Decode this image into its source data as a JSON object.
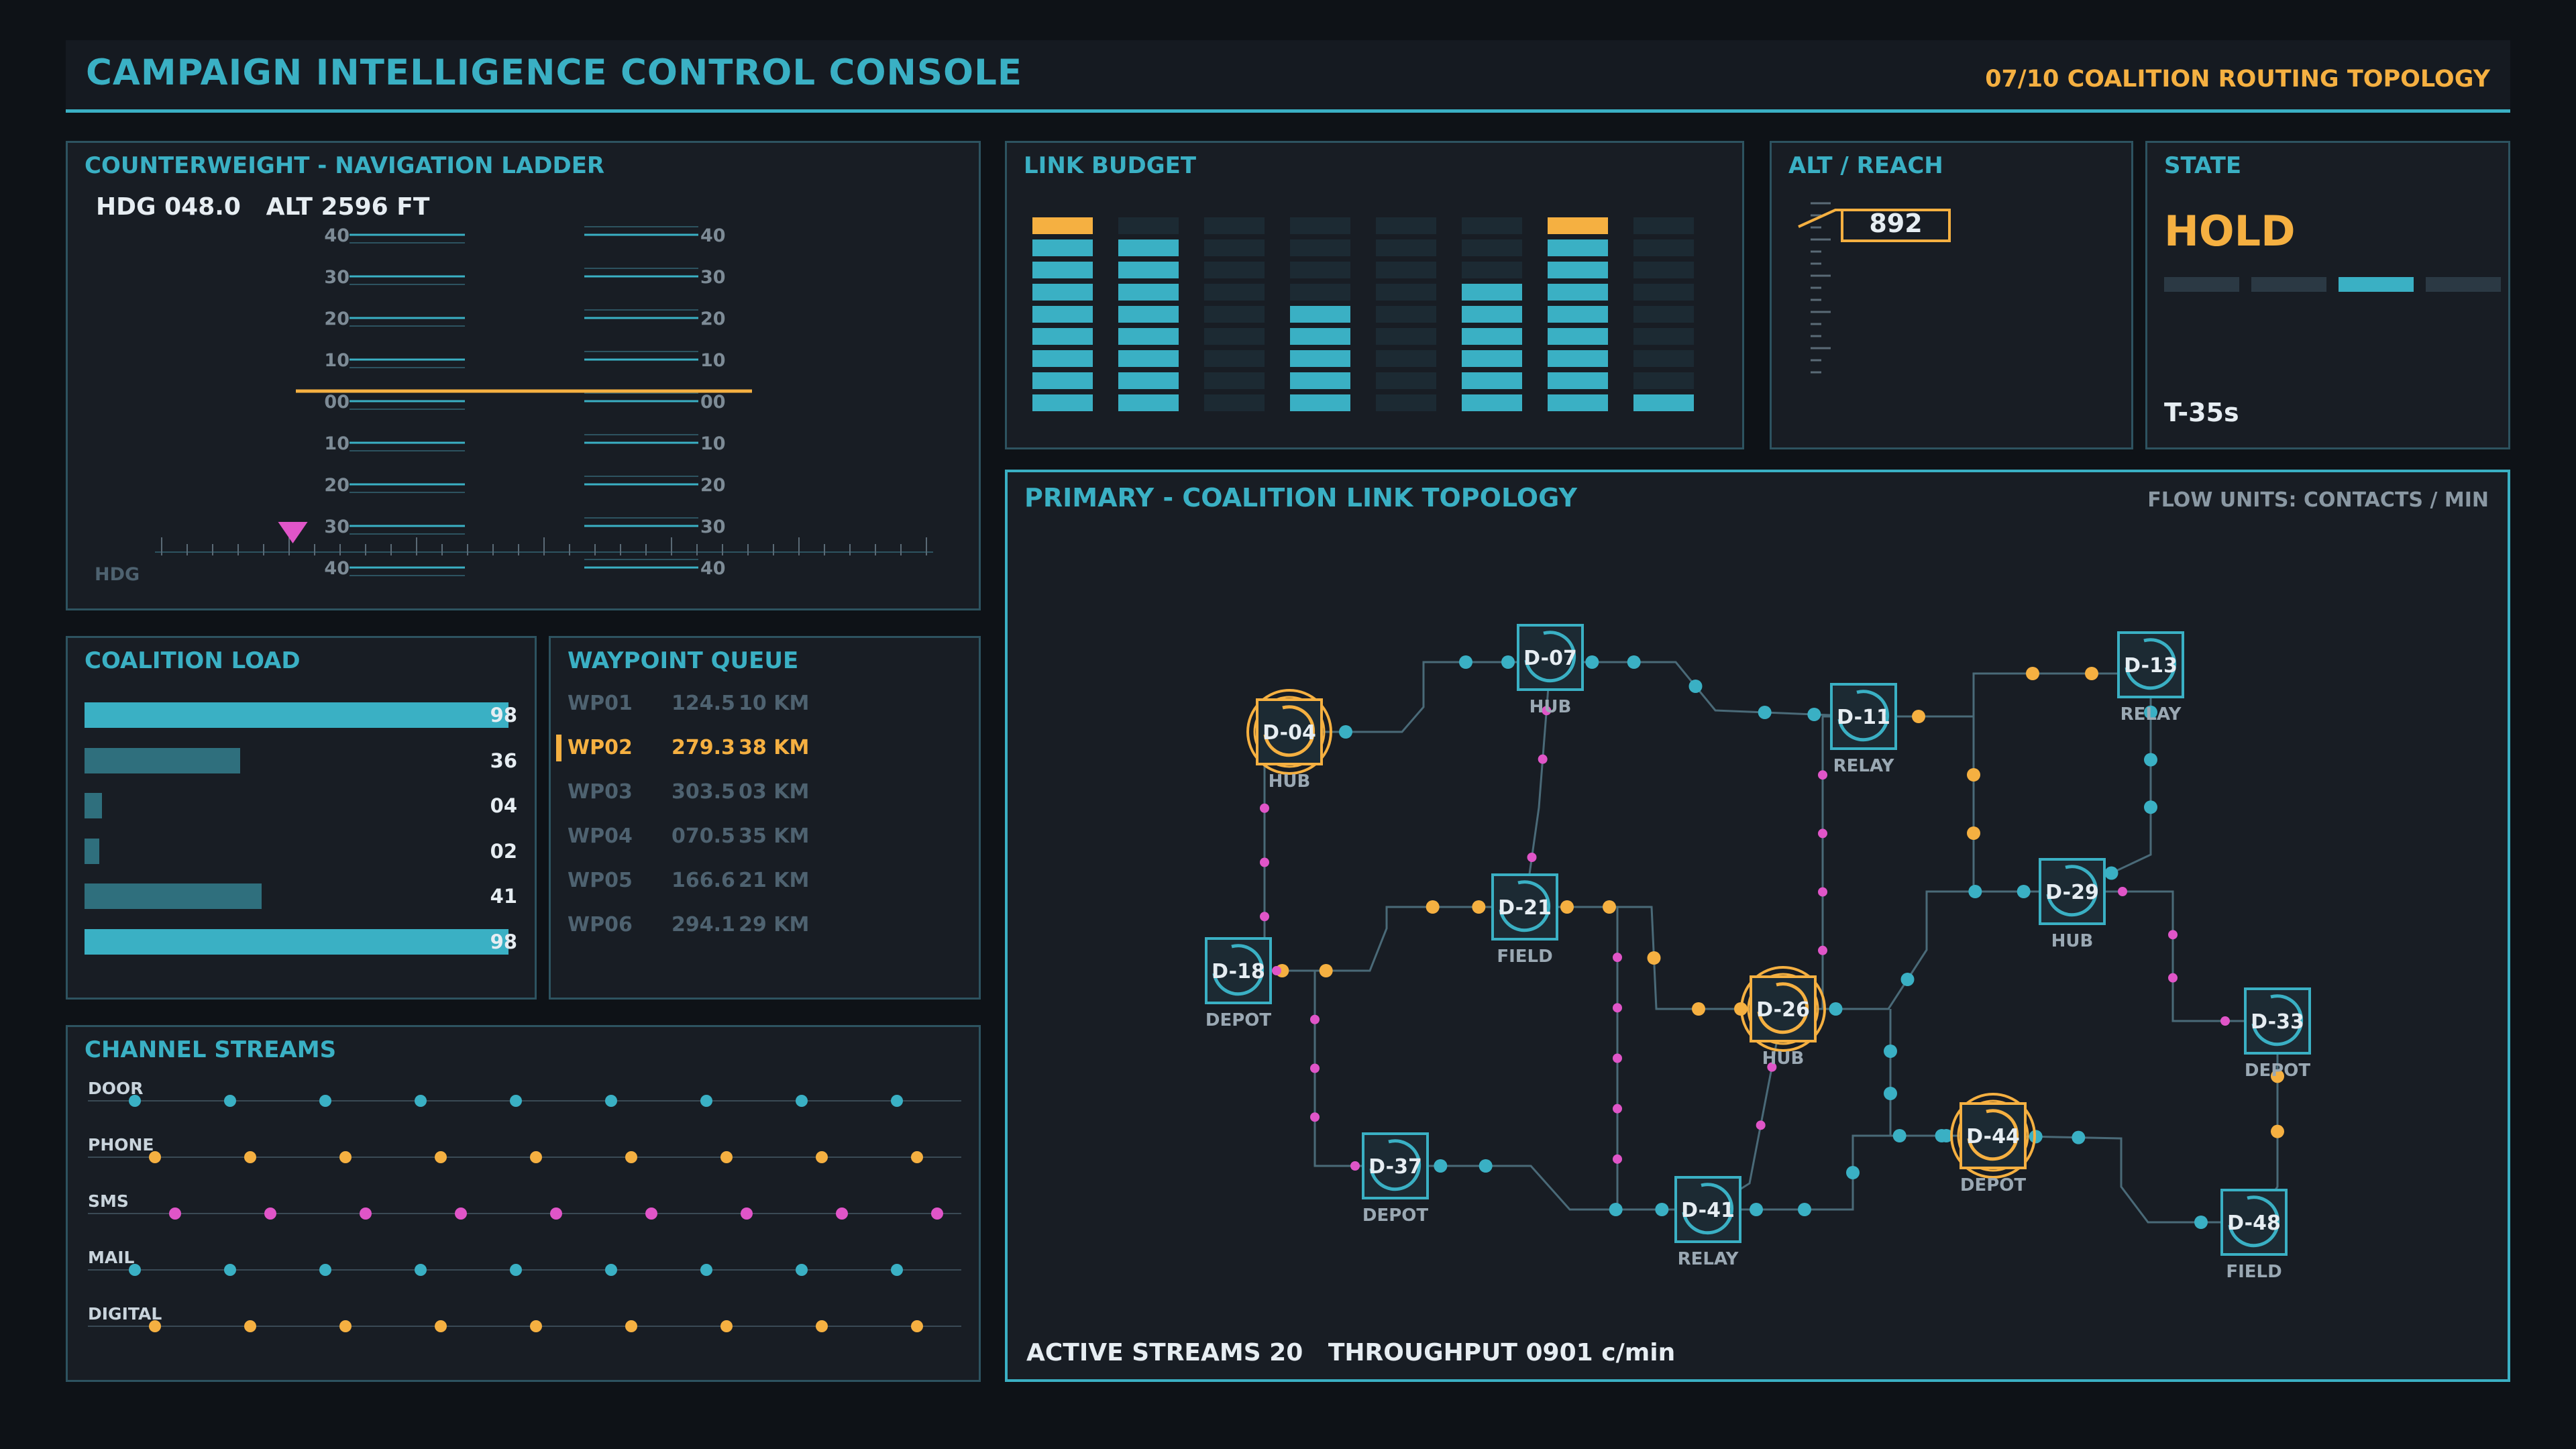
{
  "header": {
    "title": "CAMPAIGN INTELLIGENCE CONTROL CONSOLE",
    "right": "07/10 COALITION ROUTING TOPOLOGY"
  },
  "nav": {
    "title": "COUNTERWEIGHT - NAVIGATION LADDER",
    "hdg_readout": "HDG 048.0",
    "alt_readout": "ALT 2596 FT",
    "hdg_label": "HDG",
    "ladder_labels": [
      "40",
      "30",
      "20",
      "10",
      "00",
      "10",
      "20",
      "30",
      "40"
    ],
    "heading_marker": 0.17
  },
  "link_budget": {
    "title": "LINK BUDGET",
    "bars": [
      9,
      8,
      0,
      5,
      0,
      6,
      9,
      1
    ],
    "peak": [
      true,
      false,
      false,
      false,
      false,
      false,
      true,
      false
    ],
    "max_segments": 9
  },
  "alt_reach": {
    "title": "ALT / REACH",
    "value": "892"
  },
  "state": {
    "title": "STATE",
    "value": "HOLD",
    "timer": "T-35s",
    "active_step": 3,
    "steps": 4
  },
  "coalition_load": {
    "title": "COALITION LOAD",
    "items": [
      {
        "value": 98,
        "label": "98"
      },
      {
        "value": 36,
        "label": "36"
      },
      {
        "value": 4,
        "label": "04"
      },
      {
        "value": 2,
        "label": "02"
      },
      {
        "value": 41,
        "label": "41"
      },
      {
        "value": 98,
        "label": "98"
      }
    ]
  },
  "waypoints": {
    "title": "WAYPOINT QUEUE",
    "rows": [
      {
        "id": "WP01",
        "bearing": "124.5",
        "dist": "10 KM",
        "active": false
      },
      {
        "id": "WP02",
        "bearing": "279.3",
        "dist": "38 KM",
        "active": true
      },
      {
        "id": "WP03",
        "bearing": "303.5",
        "dist": "03 KM",
        "active": false
      },
      {
        "id": "WP04",
        "bearing": "070.5",
        "dist": "35 KM",
        "active": false
      },
      {
        "id": "WP05",
        "bearing": "166.6",
        "dist": "21 KM",
        "active": false
      },
      {
        "id": "WP06",
        "bearing": "294.1",
        "dist": "29 KM",
        "active": false
      }
    ]
  },
  "streams": {
    "title": "CHANNEL STREAMS",
    "channels": [
      {
        "name": "DOOR",
        "color": "#3ab0c4"
      },
      {
        "name": "PHONE",
        "color": "#f5b041"
      },
      {
        "name": "SMS",
        "color": "#e055c8"
      },
      {
        "name": "MAIL",
        "color": "#3ab0c4"
      },
      {
        "name": "DIGITAL",
        "color": "#f5b041"
      }
    ]
  },
  "topology": {
    "title": "PRIMARY - COALITION LINK TOPOLOGY",
    "units": "FLOW UNITS: CONTACTS / MIN",
    "active_streams": "ACTIVE STREAMS 20",
    "throughput": "THROUGHPUT 0901 c/min",
    "nodes": [
      {
        "id": "D-04",
        "type": "HUB",
        "alert": true
      },
      {
        "id": "D-07",
        "type": "HUB",
        "alert": false
      },
      {
        "id": "D-11",
        "type": "RELAY",
        "alert": false
      },
      {
        "id": "D-13",
        "type": "RELAY",
        "alert": false
      },
      {
        "id": "D-18",
        "type": "DEPOT",
        "alert": false
      },
      {
        "id": "D-21",
        "type": "FIELD",
        "alert": false
      },
      {
        "id": "D-26",
        "type": "HUB",
        "alert": true
      },
      {
        "id": "D-29",
        "type": "HUB",
        "alert": false
      },
      {
        "id": "D-33",
        "type": "DEPOT",
        "alert": false
      },
      {
        "id": "D-37",
        "type": "DEPOT",
        "alert": false
      },
      {
        "id": "D-41",
        "type": "RELAY",
        "alert": false
      },
      {
        "id": "D-44",
        "type": "DEPOT",
        "alert": true
      },
      {
        "id": "D-48",
        "type": "FIELD",
        "alert": false
      }
    ]
  },
  "colors": {
    "accent": "#3ab0c4",
    "warning": "#f5b041",
    "magenta": "#e055c8"
  }
}
